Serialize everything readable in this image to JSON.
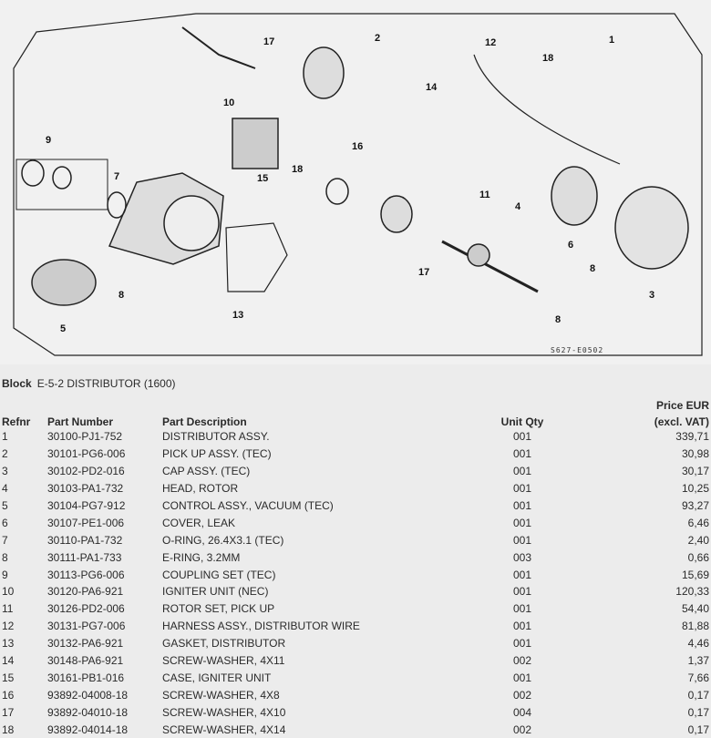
{
  "diagram": {
    "code": "S627-E0502",
    "callouts": [
      "1",
      "2",
      "3",
      "4",
      "5",
      "6",
      "7",
      "8",
      "8",
      "8",
      "9",
      "10",
      "11",
      "12",
      "13",
      "14",
      "15",
      "16",
      "17",
      "17",
      "18",
      "18"
    ]
  },
  "block": {
    "label": "Block",
    "value": "E-5-2 DISTRIBUTOR (1600)"
  },
  "table": {
    "headers": {
      "refnr": "Refnr",
      "part_number": "Part Number",
      "description": "Part Description",
      "qty": "Unit Qty",
      "price_line1": "Price EUR",
      "price_line2": "(excl. VAT)"
    },
    "rows": [
      {
        "ref": "1",
        "pn": "30100-PJ1-752",
        "desc": "DISTRIBUTOR ASSY.",
        "qty": "001",
        "price": "339,71"
      },
      {
        "ref": "2",
        "pn": "30101-PG6-006",
        "desc": "PICK UP ASSY. (TEC)",
        "qty": "001",
        "price": "30,98"
      },
      {
        "ref": "3",
        "pn": "30102-PD2-016",
        "desc": "CAP ASSY. (TEC)",
        "qty": "001",
        "price": "30,17"
      },
      {
        "ref": "4",
        "pn": "30103-PA1-732",
        "desc": "HEAD, ROTOR",
        "qty": "001",
        "price": "10,25"
      },
      {
        "ref": "5",
        "pn": "30104-PG7-912",
        "desc": "CONTROL ASSY., VACUUM (TEC)",
        "qty": "001",
        "price": "93,27"
      },
      {
        "ref": "6",
        "pn": "30107-PE1-006",
        "desc": "COVER, LEAK",
        "qty": "001",
        "price": "6,46"
      },
      {
        "ref": "7",
        "pn": "30110-PA1-732",
        "desc": "O-RING, 26.4X3.1 (TEC)",
        "qty": "001",
        "price": "2,40"
      },
      {
        "ref": "8",
        "pn": "30111-PA1-733",
        "desc": "E-RING, 3.2MM",
        "qty": "003",
        "price": "0,66"
      },
      {
        "ref": "9",
        "pn": "30113-PG6-006",
        "desc": "COUPLING SET (TEC)",
        "qty": "001",
        "price": "15,69"
      },
      {
        "ref": "10",
        "pn": "30120-PA6-921",
        "desc": "IGNITER UNIT (NEC)",
        "qty": "001",
        "price": "120,33"
      },
      {
        "ref": "11",
        "pn": "30126-PD2-006",
        "desc": "ROTOR SET, PICK UP",
        "qty": "001",
        "price": "54,40"
      },
      {
        "ref": "12",
        "pn": "30131-PG7-006",
        "desc": "HARNESS ASSY., DISTRIBUTOR WIRE",
        "qty": "001",
        "price": "81,88"
      },
      {
        "ref": "13",
        "pn": "30132-PA6-921",
        "desc": "GASKET, DISTRIBUTOR",
        "qty": "001",
        "price": "4,46"
      },
      {
        "ref": "14",
        "pn": "30148-PA6-921",
        "desc": "SCREW-WASHER, 4X11",
        "qty": "002",
        "price": "1,37"
      },
      {
        "ref": "15",
        "pn": "30161-PB1-016",
        "desc": "CASE, IGNITER UNIT",
        "qty": "001",
        "price": "7,66"
      },
      {
        "ref": "16",
        "pn": "93892-04008-18",
        "desc": "SCREW-WASHER, 4X8",
        "qty": "002",
        "price": "0,17"
      },
      {
        "ref": "17",
        "pn": "93892-04010-18",
        "desc": "SCREW-WASHER, 4X10",
        "qty": "004",
        "price": "0,17"
      },
      {
        "ref": "18",
        "pn": "93892-04014-18",
        "desc": "SCREW-WASHER, 4X14",
        "qty": "002",
        "price": "0,17"
      }
    ]
  }
}
